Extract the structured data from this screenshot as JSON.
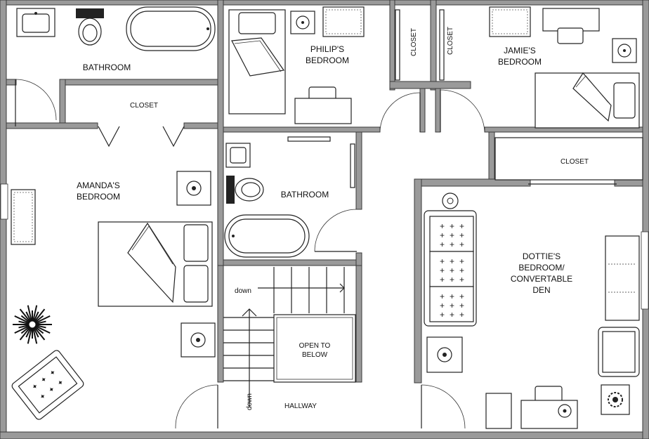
{
  "rooms": {
    "bathroom_top": "BATHROOM",
    "closet_top": "CLOSET",
    "philip_l1": "PHILIP'S",
    "philip_l2": "BEDROOM",
    "closet_v1": "CLOSET",
    "closet_v2": "CLOSET",
    "jamie_l1": "JAMIE'S",
    "jamie_l2": "BEDROOM",
    "amanda_l1": "AMANDA'S",
    "amanda_l2": "BEDROOM",
    "bathroom_mid": "BATHROOM",
    "closet_right": "CLOSET",
    "dottie_l1": "DOTTIE'S",
    "dottie_l2": "BEDROOM/",
    "dottie_l3": "CONVERTABLE",
    "dottie_l4": "DEN",
    "open_l1": "OPEN TO",
    "open_l2": "BELOW",
    "hallway": "HALLWAY",
    "down_upper": "down",
    "down_lower": "down"
  },
  "colors": {
    "wall": "#9a9a9a",
    "line": "#222222",
    "background": "#ffffff"
  }
}
